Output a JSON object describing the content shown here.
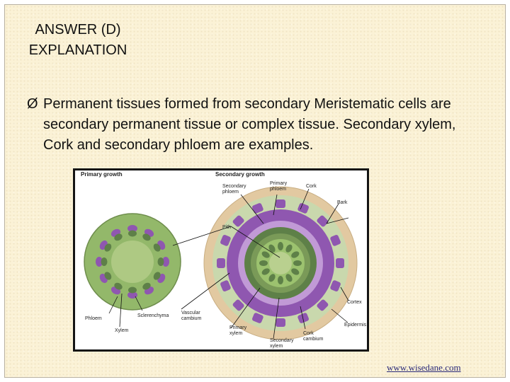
{
  "slide": {
    "title_line1": "ANSWER (D)",
    "title_line2": "EXPLANATION",
    "bullet_marker": "Ø",
    "bullet_text": "Permanent tissues formed from secondary Meristematic cells are secondary permanent tissue or complex tissue. Secondary xylem, Cork and secondary phloem are examples."
  },
  "figure": {
    "heading_primary": "Primary growth",
    "heading_secondary": "Secondary growth",
    "labels": {
      "secondary_phloem": [
        "Secondary",
        "phloem"
      ],
      "primary_phloem": [
        "Primary",
        "phloem"
      ],
      "cork": "Cork",
      "bark": "Bark",
      "pith": "Pith",
      "cortex": "Cortex",
      "epidermis": "Epidermis",
      "phloem": "Phloem",
      "sclerenchyma": "Sclerenchyma",
      "xylem": "Xylem",
      "vascular_cambium": [
        "Vascular",
        "cambium"
      ],
      "primary_xylem": [
        "Primary",
        "xylem"
      ],
      "cork_cambium": [
        "Cork",
        "cambium"
      ],
      "secondary_xylem": [
        "Secondary",
        "xylem"
      ]
    },
    "colors": {
      "primary_green": "#93b86a",
      "dark_green": "#5e8048",
      "purple": "#8f57b0",
      "light_purple": "#c19ad6",
      "bark_tan": "#e2c9a1",
      "cortex_green": "#c9d8ad"
    }
  },
  "footer": {
    "link": "www.wisedane.com"
  }
}
